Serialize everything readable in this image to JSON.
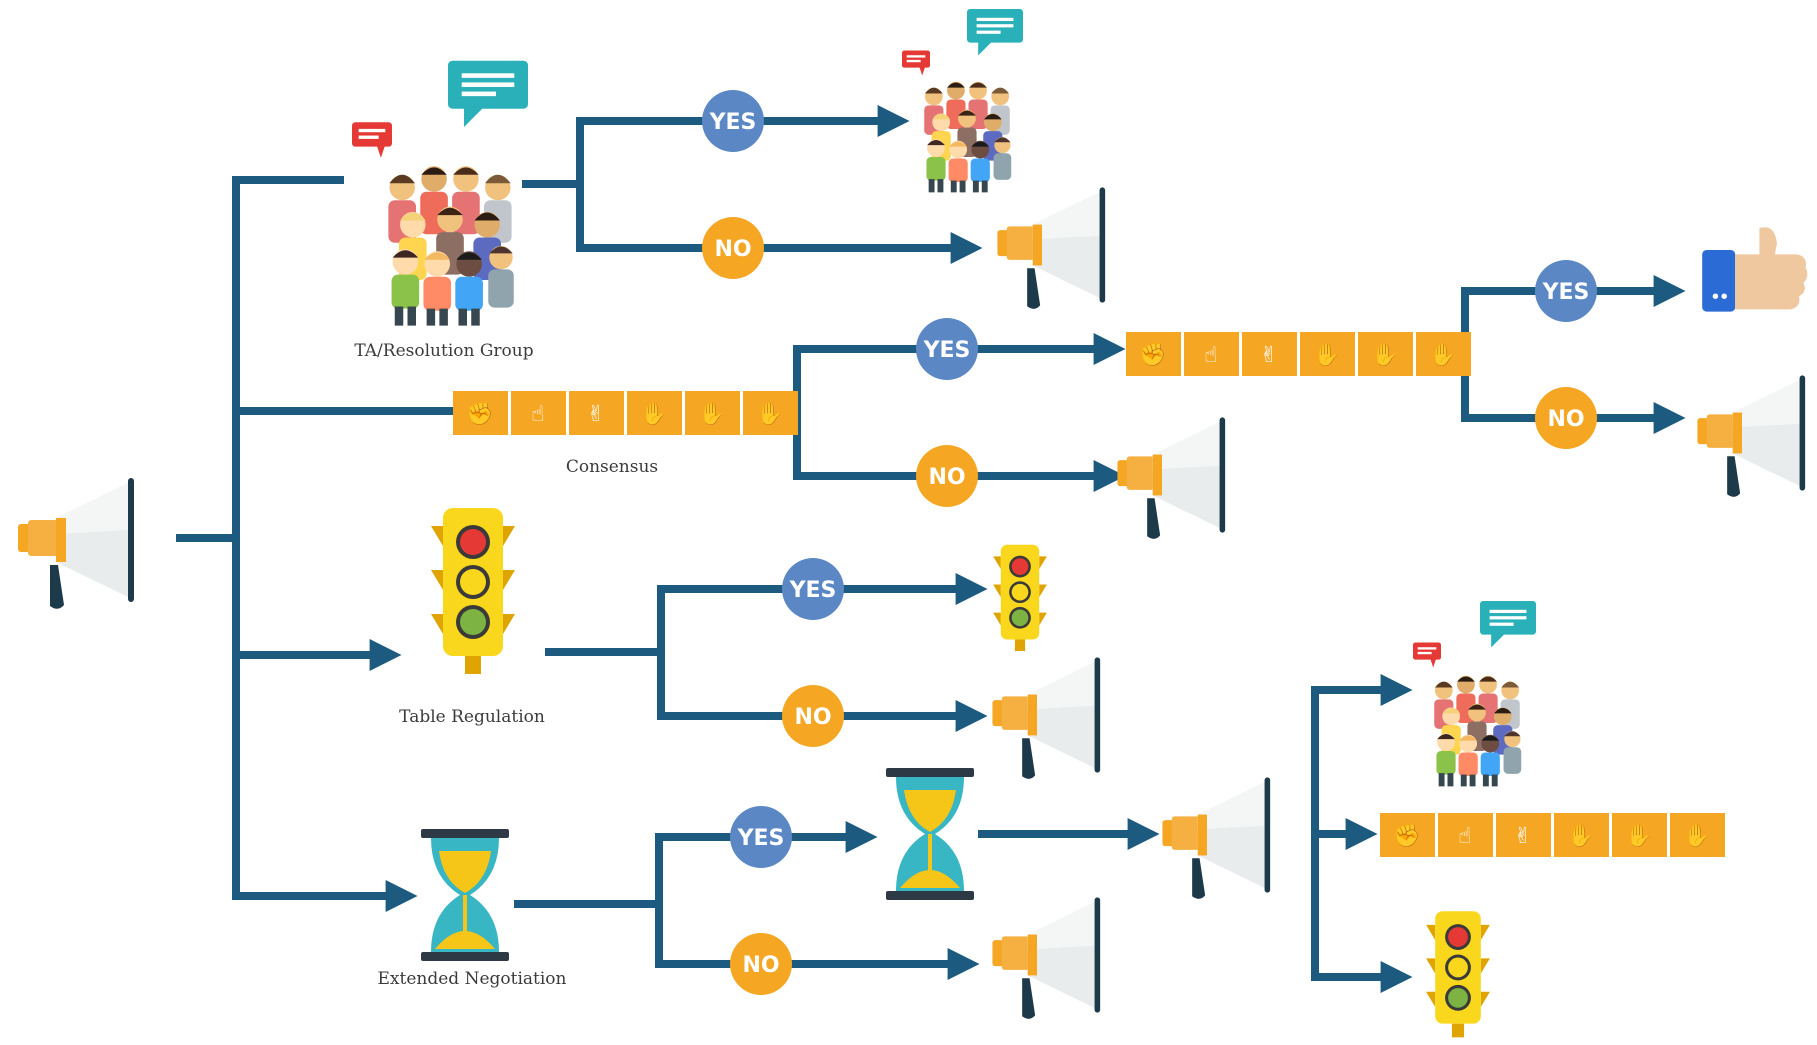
{
  "labels": {
    "ta_group": "TA/Resolution Group",
    "consensus": "Consensus",
    "table_regulation": "Table Regulation",
    "extended_negotiation": "Extended Negotiation"
  },
  "answers": {
    "yes": "YES",
    "no": "NO"
  },
  "colors": {
    "line": "#1c5a7f",
    "yes_bubble": "#5b88c4",
    "no_bubble": "#f5a623",
    "consensus_bar": "#f5a623",
    "speech_teal": "#29b0b8",
    "speech_red": "#e53935"
  },
  "icons": {
    "megaphone": "megaphone-icon",
    "group": "people-group-icon",
    "traffic_light": "traffic-light-icon",
    "hourglass": "hourglass-icon",
    "thumbs_up": "thumbs-up-icon",
    "consensus_hands": [
      "fist",
      "one-finger",
      "two-fingers",
      "three-fingers",
      "four-fingers",
      "open-hand"
    ]
  }
}
